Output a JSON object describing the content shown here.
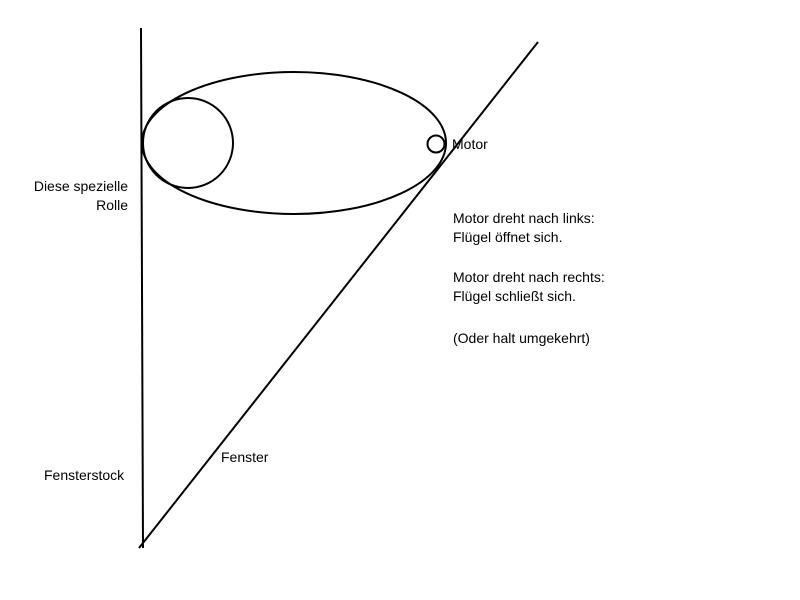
{
  "labels": {
    "roller": "Diese spezielle\nRolle",
    "frame": "Fensterstock",
    "window": "Fenster",
    "motor": "Motor"
  },
  "notes": {
    "left": "Motor dreht nach links:\nFlügel öffnet sich.",
    "right": "Motor dreht nach rechts:\nFlügel schließt sich.",
    "other": "(Oder halt umgekehrt)"
  },
  "colors": {
    "line": "#000000",
    "background": "#ffffff"
  }
}
